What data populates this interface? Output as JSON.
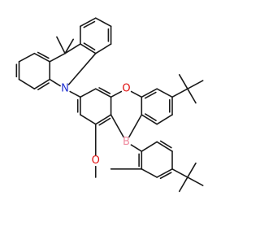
{
  "molecule": {
    "atoms": [
      {
        "id": "N1",
        "symbol": "N",
        "color": "#1f2fd1"
      },
      {
        "id": "O1",
        "symbol": "O",
        "color": "#e01010"
      },
      {
        "id": "O2",
        "symbol": "O",
        "color": "#e01010"
      },
      {
        "id": "B1",
        "symbol": "B",
        "color": "#f08ca0"
      }
    ],
    "bond_color": "#1a1a1a",
    "background": "#ffffff"
  }
}
